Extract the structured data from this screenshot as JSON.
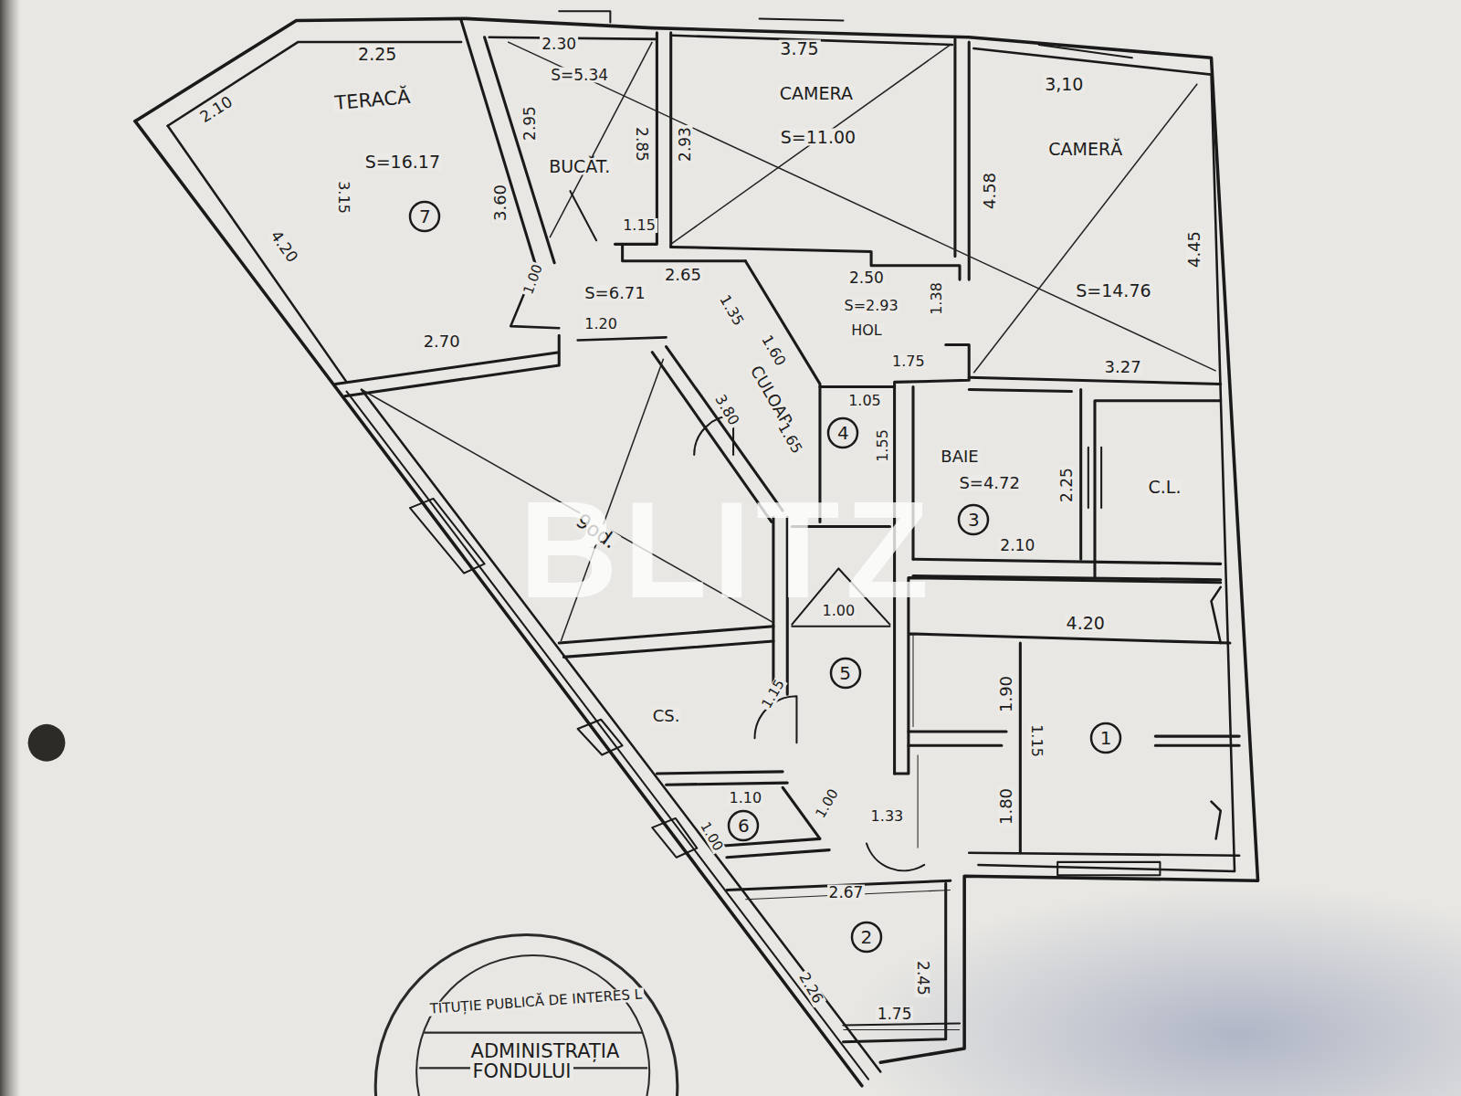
{
  "diagram": {
    "nodes": [
      {
        "text": [
          "7"
        ]
      },
      {
        "text": [
          "4"
        ]
      },
      {
        "text": [
          "3"
        ]
      },
      {
        "text": [
          "5"
        ]
      },
      {
        "text": [
          "1"
        ]
      },
      {
        "text": [
          "6"
        ]
      },
      {
        "text": [
          "2"
        ]
      }
    ],
    "labels": [
      "2.25",
      "2.10",
      "TERACĂ",
      "S=16.17",
      "3.15",
      "4.20",
      "3.60",
      "2.70",
      "2.30",
      "S=5.34",
      "2.95",
      "2.85",
      "BUCĂT.",
      "1.15",
      "3.75",
      "CAMERA",
      "S=11.00",
      "2.93",
      "3,10",
      "CAMERĂ",
      "4.58",
      "4.45",
      "S=14.76",
      "3.27",
      "1.00",
      "2.65",
      "S=6.71",
      "1.20",
      "1.35",
      "2.50",
      "S=2.93",
      "1.38",
      "HOL",
      "1.75",
      "1.60",
      "CULOAR",
      "3.80",
      "1.65",
      "1.05",
      "1.55",
      "BAIE",
      "S=4.72",
      "2.25",
      "2.10",
      "C.L.",
      "9od.",
      "1.00",
      "CS.",
      "1.15",
      "1.10",
      "1.00",
      "1.00",
      "1.33",
      "2.67",
      "2.26",
      "2.45",
      "1.75",
      "4.20",
      "1.90",
      "1.15",
      "1.80",
      "BLITZ",
      "TITUȚIE PUBLICĂ DE INTERES L",
      "ADMINISTRAȚIA",
      "FONDULUI"
    ]
  }
}
